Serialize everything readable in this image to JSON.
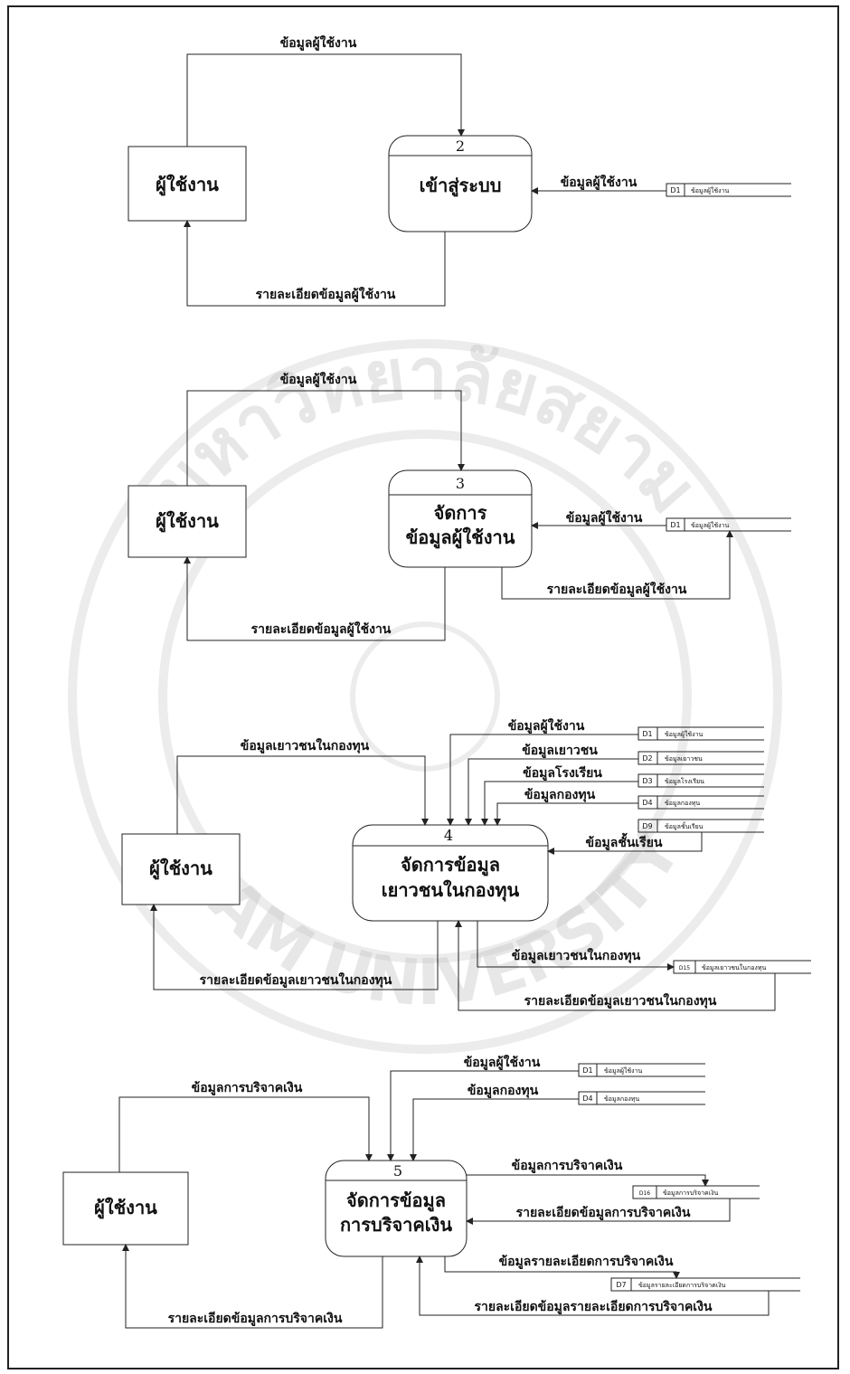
{
  "watermark": {
    "text_top": "มหาวิทยาลัยสยาม",
    "text_bottom": "SIAM UNIVERSITY"
  },
  "diagrams": [
    {
      "process": {
        "number": "2",
        "lines": [
          "เข้าสู่ระบบ"
        ]
      },
      "entity": "ผู้ใช้งาน",
      "flows": {
        "top": "ข้อมูลผู้ใช้งาน",
        "bottom": "รายละเอียดข้อมูลผู้ใช้งาน",
        "ds_in": [
          "ข้อมูลผู้ใช้งาน"
        ]
      },
      "datastores": [
        {
          "id": "D1",
          "name": "ข้อมูลผู้ใช้งาน"
        }
      ]
    },
    {
      "process": {
        "number": "3",
        "lines": [
          "จัดการ",
          "ข้อมูลผู้ใช้งาน"
        ]
      },
      "entity": "ผู้ใช้งาน",
      "flows": {
        "top": "ข้อมูลผู้ใช้งาน",
        "bottom": "รายละเอียดข้อมูลผู้ใช้งาน",
        "ds_in": [
          "ข้อมูลผู้ใช้งาน"
        ],
        "ds_out": "รายละเอียดข้อมูลผู้ใช้งาน"
      },
      "datastores": [
        {
          "id": "D1",
          "name": "ข้อมูลผู้ใช้งาน"
        }
      ]
    },
    {
      "process": {
        "number": "4",
        "lines": [
          "จัดการข้อมูล",
          "เยาวชนในกองทุน"
        ]
      },
      "entity": "ผู้ใช้งาน",
      "flows": {
        "top": "ข้อมูลเยาวชนในกองทุน",
        "bottom": "รายละเอียดข้อมูลเยาวชนในกองทุน",
        "ds_in": [
          "ข้อมูลผู้ใช้งาน",
          "ข้อมูลเยาวชน",
          "ข้อมูลโรงเรียน",
          "ข้อมูลกองทุน",
          "ข้อมูลชั้นเรียน"
        ],
        "out_write": "ข้อมูลเยาวชนในกองทุน",
        "out_read": "รายละเอียดข้อมูลเยาวชนในกองทุน"
      },
      "datastores": [
        {
          "id": "D1",
          "name": "ข้อมูลผู้ใช้งาน"
        },
        {
          "id": "D2",
          "name": "ข้อมูลเยาวชน"
        },
        {
          "id": "D3",
          "name": "ข้อมูลโรงเรียน"
        },
        {
          "id": "D4",
          "name": "ข้อมูลกองทุน"
        },
        {
          "id": "D9",
          "name": "ข้อมูลชั้นเรียน"
        },
        {
          "id": "D15",
          "name": "ข้อมูลเยาวชนในกองทุน"
        }
      ]
    },
    {
      "process": {
        "number": "5",
        "lines": [
          "จัดการข้อมูล",
          "การบริจาคเงิน"
        ]
      },
      "entity": "ผู้ใช้งาน",
      "flows": {
        "top": "ข้อมูลการบริจาคเงิน",
        "bottom": "รายละเอียดข้อมูลการบริจาคเงิน",
        "ds_in": [
          "ข้อมูลผู้ใช้งาน",
          "ข้อมูลกองทุน"
        ],
        "out1_write": "ข้อมูลการบริจาคเงิน",
        "out1_read": "รายละเอียดข้อมูลการบริจาคเงิน",
        "out2_write": "ข้อมูลรายละเอียดการบริจาคเงิน",
        "out2_read": "รายละเอียดข้อมูลรายละเอียดการบริจาคเงิน"
      },
      "datastores": [
        {
          "id": "D1",
          "name": "ข้อมูลผู้ใช้งาน"
        },
        {
          "id": "D4",
          "name": "ข้อมูลกองทุน"
        },
        {
          "id": "D16",
          "name": "ข้อมูลการบริจาคเงิน"
        },
        {
          "id": "D7",
          "name": "ข้อมูลรายละเอียดการบริจาคเงิน"
        }
      ]
    }
  ]
}
